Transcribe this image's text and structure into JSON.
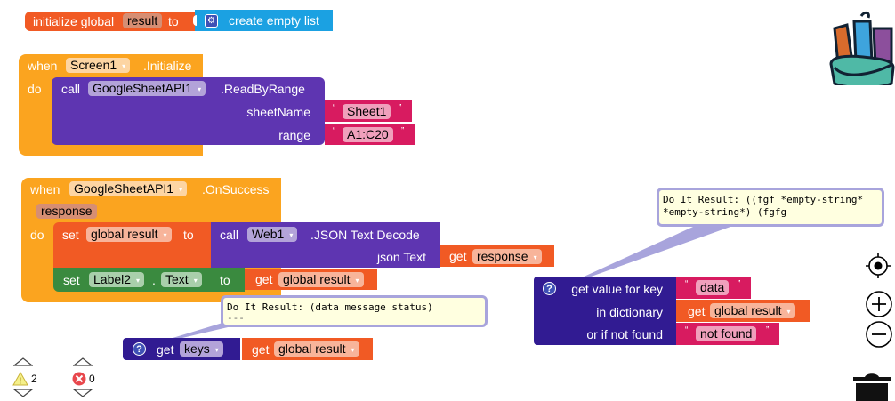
{
  "init_global": {
    "label_initialize": "initialize global",
    "var_name": "result",
    "label_to": "to",
    "value_block": "create empty list",
    "gear_icon": "gear-icon"
  },
  "screen_init": {
    "label_when": "when",
    "component": "Screen1",
    "event": ".Initialize",
    "label_do": "do",
    "call": {
      "label_call": "call",
      "component": "GoogleSheetAPI1",
      "method": ".ReadByRange",
      "params": [
        {
          "name": "sheetName",
          "value": "Sheet1"
        },
        {
          "name": "range",
          "value": "A1:C20"
        }
      ]
    }
  },
  "on_success": {
    "label_when": "when",
    "component": "GoogleSheetAPI1",
    "event": ".OnSuccess",
    "param": "response",
    "label_do": "do",
    "set_global": {
      "label_set": "set",
      "var": "global result",
      "label_to": "to",
      "call_label": "call",
      "call_component": "Web1",
      "call_method": ".JSON Text Decode",
      "param_name": "json Text",
      "get_label": "get",
      "get_var": "response"
    },
    "set_label": {
      "label_set": "set",
      "component": "Label2",
      "dot": ".",
      "property": "Text",
      "label_to": "to",
      "get_label": "get",
      "get_var": "global result"
    }
  },
  "keys_block": {
    "help": "?",
    "get_label": "get",
    "option": "keys",
    "inner_get_label": "get",
    "inner_var": "global result",
    "bubble_text": "Do It Result: (data message status)",
    "bubble_text_2": "---"
  },
  "dict_block": {
    "help": "?",
    "label_get_value": "get value for key",
    "key": "data",
    "label_in_dict": "in dictionary",
    "dict_get_label": "get",
    "dict_var": "global result",
    "label_not_found": "or if not found",
    "not_found_value": "not found",
    "bubble_text": "Do It Result: ((fgf *empty-string* *empty-string*) (fgfg"
  },
  "warnings": {
    "warning_count": "2",
    "error_count": "0"
  },
  "quotes": {
    "open": "“",
    "close": "”"
  },
  "arrow": "▾"
}
